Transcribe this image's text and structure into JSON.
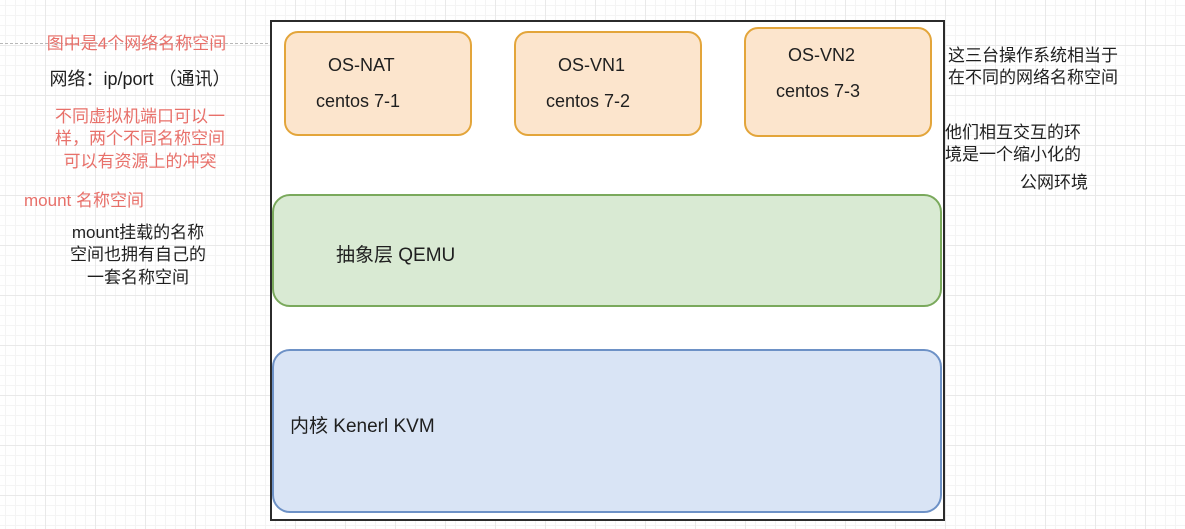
{
  "diagram": {
    "title_note": "图中是4个网络名称空间",
    "frame_label": "virtualization-host-frame",
    "colors": {
      "os_fill": "#fce5cd",
      "os_border": "#e3a53a",
      "qemu_fill": "#d9ead3",
      "qemu_border": "#7aa95c",
      "kernel_fill": "#d9e4f5",
      "kernel_border": "#6d91c6",
      "annotation_red": "#e8706a",
      "annotation_black": "#1f1f1f",
      "frame_border": "#2b2b2b"
    },
    "os_boxes": [
      {
        "name": "OS-NAT",
        "distro": "centos 7-1"
      },
      {
        "name": "OS-VN1",
        "distro": "centos 7-2"
      },
      {
        "name": "OS-VN2",
        "distro": "centos 7-3"
      }
    ],
    "layers": [
      {
        "id": "qemu",
        "label": "抽象层  QEMU"
      },
      {
        "id": "kernel",
        "label": "内核    Kenerl    KVM"
      }
    ],
    "annotations_left": [
      {
        "id": "net-ns-heading",
        "text": "图中是4个网络名称空间",
        "style": "red"
      },
      {
        "id": "net-ip-port",
        "text": "网络：ip/port （通讯）",
        "style": "black"
      },
      {
        "id": "port-conflict",
        "text": "不同虚拟机端口可以一\n样，两个不同名称空间\n可以有资源上的冲突",
        "style": "red"
      },
      {
        "id": "mount-ns-heading",
        "text": "mount 名称空间",
        "style": "red"
      },
      {
        "id": "mount-ns-body",
        "text": "mount挂载的名称\n空间也拥有自己的\n一套名称空间",
        "style": "black"
      }
    ],
    "annotations_right": [
      {
        "id": "three-os-note",
        "text": "这三台操作系统相当于\n在不同的网络名称空间",
        "style": "black"
      },
      {
        "id": "mini-internet-note",
        "text": "他们相互交互的环\n境是一个缩小化的",
        "style": "black"
      },
      {
        "id": "mini-internet-tail",
        "text": "公网环境",
        "style": "black"
      }
    ]
  }
}
